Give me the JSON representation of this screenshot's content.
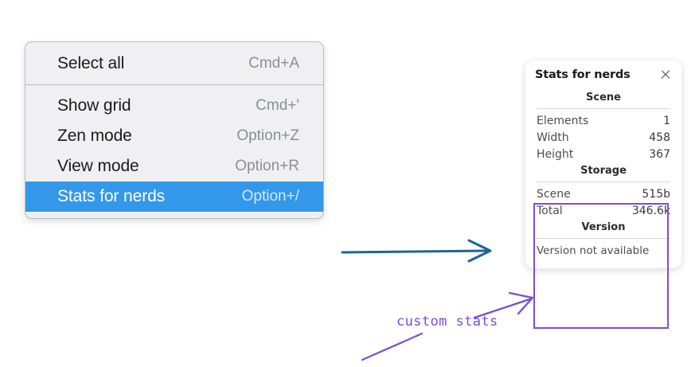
{
  "context_menu": {
    "name": "context-menu",
    "groups": [
      {
        "items": [
          {
            "label": "Select all",
            "shortcut": "Cmd+A",
            "selected": false
          }
        ]
      },
      {
        "items": [
          {
            "label": "Show grid",
            "shortcut": "Cmd+'",
            "selected": false
          },
          {
            "label": "Zen mode",
            "shortcut": "Option+Z",
            "selected": false
          },
          {
            "label": "View mode",
            "shortcut": "Option+R",
            "selected": false
          },
          {
            "label": "Stats for nerds",
            "shortcut": "Option+/",
            "selected": true
          }
        ]
      }
    ],
    "selected_bg": "#3498ea",
    "selected_fg": "#ffffff",
    "panel_bg": "#f0f0f2",
    "panel_border": "#b6bcc4"
  },
  "stats_panel": {
    "title": "Stats for nerds",
    "close_icon": "close-icon",
    "sections": [
      {
        "heading": "Scene",
        "rows": [
          {
            "label": "Elements",
            "value": "1"
          },
          {
            "label": "Width",
            "value": "458"
          },
          {
            "label": "Height",
            "value": "367"
          }
        ]
      },
      {
        "heading": "Storage",
        "rows": [
          {
            "label": "Scene",
            "value": "515b"
          },
          {
            "label": "Total",
            "value": "346.6k"
          }
        ]
      },
      {
        "heading": "Version",
        "note": "Version not available",
        "rows": []
      }
    ]
  },
  "annotations": {
    "blue_arrow": {
      "name": "blue-arrow",
      "color": "#1f6499"
    },
    "purple_arrow": {
      "name": "purple-arrow",
      "color": "#7a4fd6"
    },
    "purple_underline": {
      "name": "purple-underline-stroke",
      "color": "#7a4fd6"
    },
    "highlight_box": {
      "name": "purple-highlight-box",
      "color": "#7a4fd6"
    },
    "label": "custom stats"
  }
}
